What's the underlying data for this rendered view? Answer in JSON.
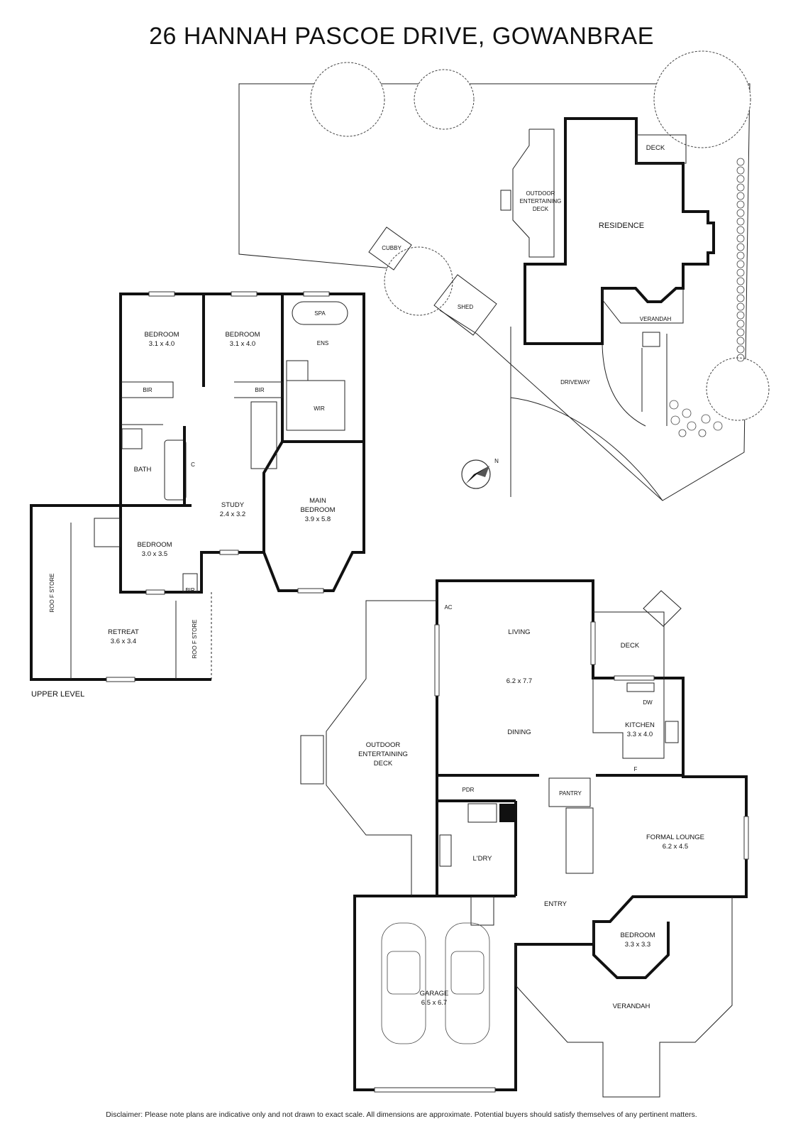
{
  "title": "26 HANNAH PASCOE DRIVE, GOWANBRAE",
  "disclaimer": "Disclaimer: Please note plans are indicative only and not drawn to exact scale. All dimensions are approximate. Potential buyers should satisfy themselves of any pertinent matters.",
  "site_plan": {
    "deck": "DECK",
    "outdoor_deck": [
      "OUTDOOR",
      "ENTERTAINING",
      "DECK"
    ],
    "residence": "RESIDENCE",
    "cubby": "CUBBY",
    "shed": "SHED",
    "verandah": "VERANDAH",
    "driveway": "DRIVEWAY",
    "north": "N"
  },
  "upper_level": {
    "caption": "UPPER LEVEL",
    "bedroom_1": {
      "name": "BEDROOM",
      "size": "3.1 x 4.0"
    },
    "bedroom_2": {
      "name": "BEDROOM",
      "size": "3.1 x 4.0"
    },
    "spa": "SPA",
    "ens": "ENS",
    "bir_1": "BIR",
    "bir_2": "BIR",
    "wir": "WIR",
    "bath": "BATH",
    "cupboard": "C",
    "study": {
      "name": "STUDY",
      "size": "2.4 x 3.2"
    },
    "main_bedroom": {
      "name": "MAIN",
      "name2": "BEDROOM",
      "size": "3.9 x 5.8"
    },
    "bedroom_3": {
      "name": "BEDROOM",
      "size": "3.0 x 3.5"
    },
    "bir_3": "BIR",
    "retreat": {
      "name": "RETREAT",
      "size": "3.6 x 3.4"
    },
    "roof_store_1": "ROO F STORE",
    "roof_store_2": "ROO F STORE"
  },
  "ground_level": {
    "ac": "AC",
    "living": {
      "name": "LIVING",
      "size": "6.2 x 7.7",
      "name2": "DINING"
    },
    "deck": "DECK",
    "dw": "DW",
    "kitchen": {
      "name": "KITCHEN",
      "size": "3.3 x 4.0"
    },
    "fridge": "F",
    "outdoor_deck": [
      "OUTDOOR",
      "ENTERTAINING",
      "DECK"
    ],
    "pdr": "PDR",
    "pantry": "PANTRY",
    "formal_lounge": {
      "name": "FORMAL LOUNGE",
      "size": "6.2 x 4.5"
    },
    "laundry": "L'DRY",
    "entry": "ENTRY",
    "bedroom": {
      "name": "BEDROOM",
      "size": "3.3 x 3.3"
    },
    "garage": {
      "name": "GARAGE",
      "size": "6.5 x 6.7"
    },
    "verandah": "VERANDAH"
  }
}
